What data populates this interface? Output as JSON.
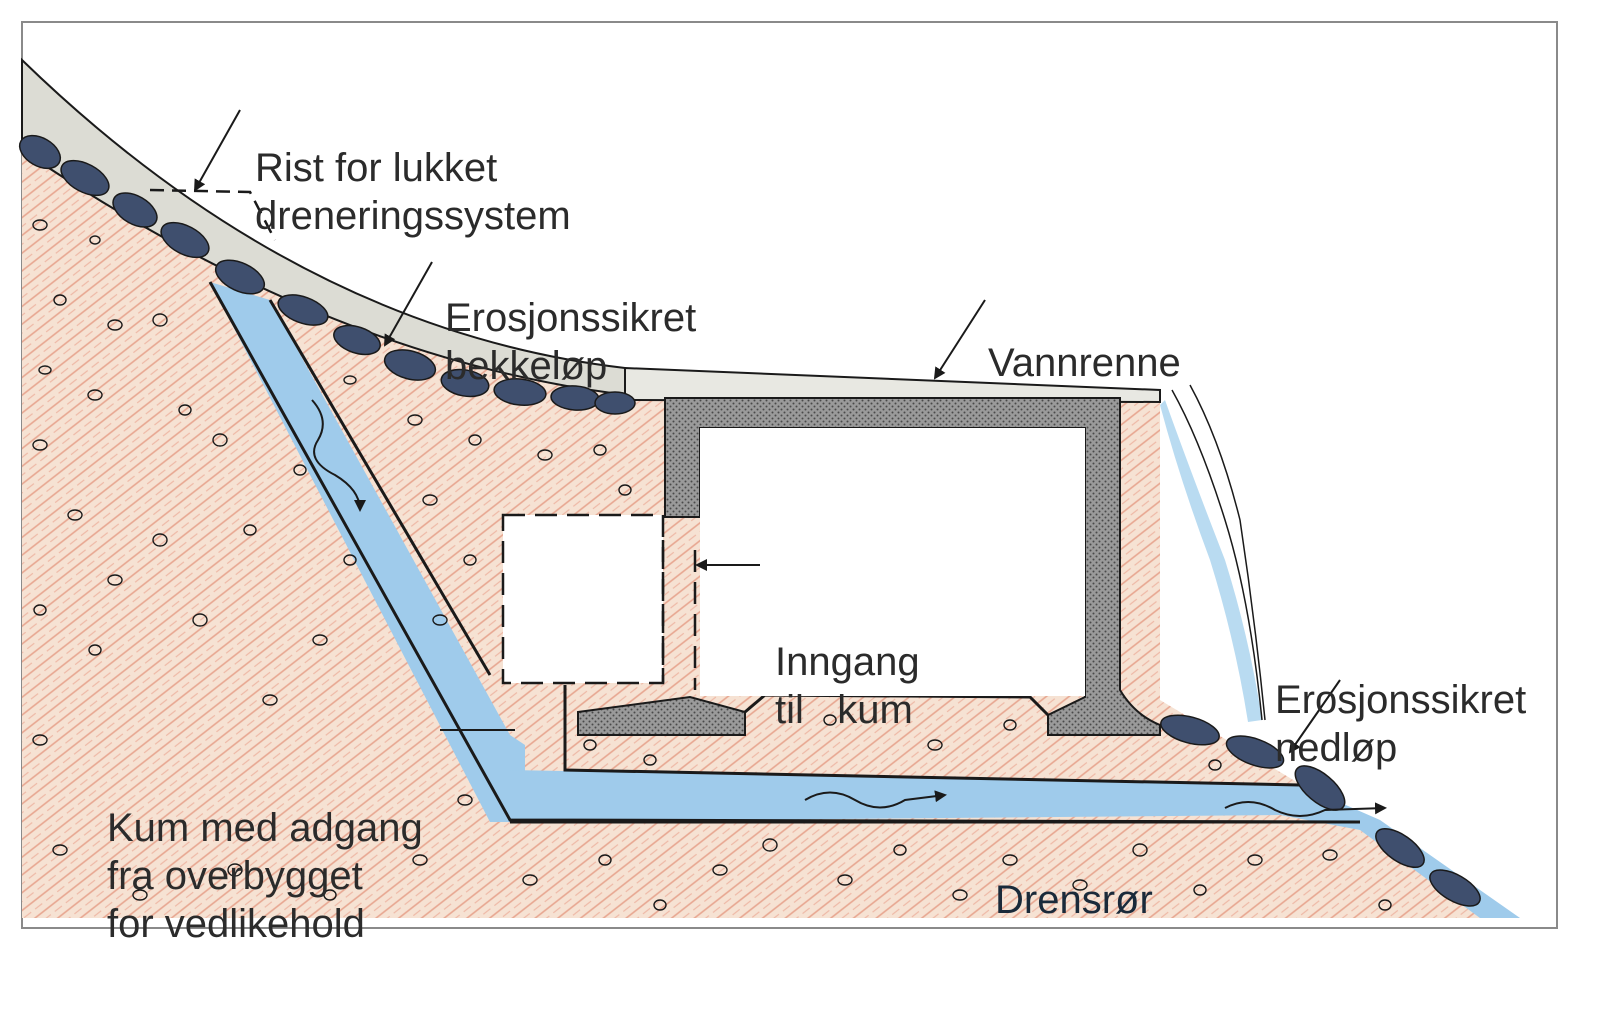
{
  "labels": {
    "rist": [
      "Rist for lukket",
      "dreneringssystem"
    ],
    "bekkelop": [
      "Erosjonssikret",
      "bekkeløp"
    ],
    "vannrenne": "Vannrenne",
    "inngang": [
      "Inngang",
      "til   kum"
    ],
    "nedlop": [
      "Erosjonssikret",
      "nedløp"
    ],
    "kum": [
      "Kum med adgang",
      "fra overbygget",
      "for vedlikehold"
    ],
    "drensror": "Drensrør"
  },
  "colors": {
    "soil": "#f4dccb",
    "soil_hatch": "#e49a86",
    "water": "#9fcbeb",
    "stone": "#3f4f6e",
    "concrete": "#8a8a8a",
    "surface": "#dcdcd6",
    "line": "#1a1a1a"
  }
}
